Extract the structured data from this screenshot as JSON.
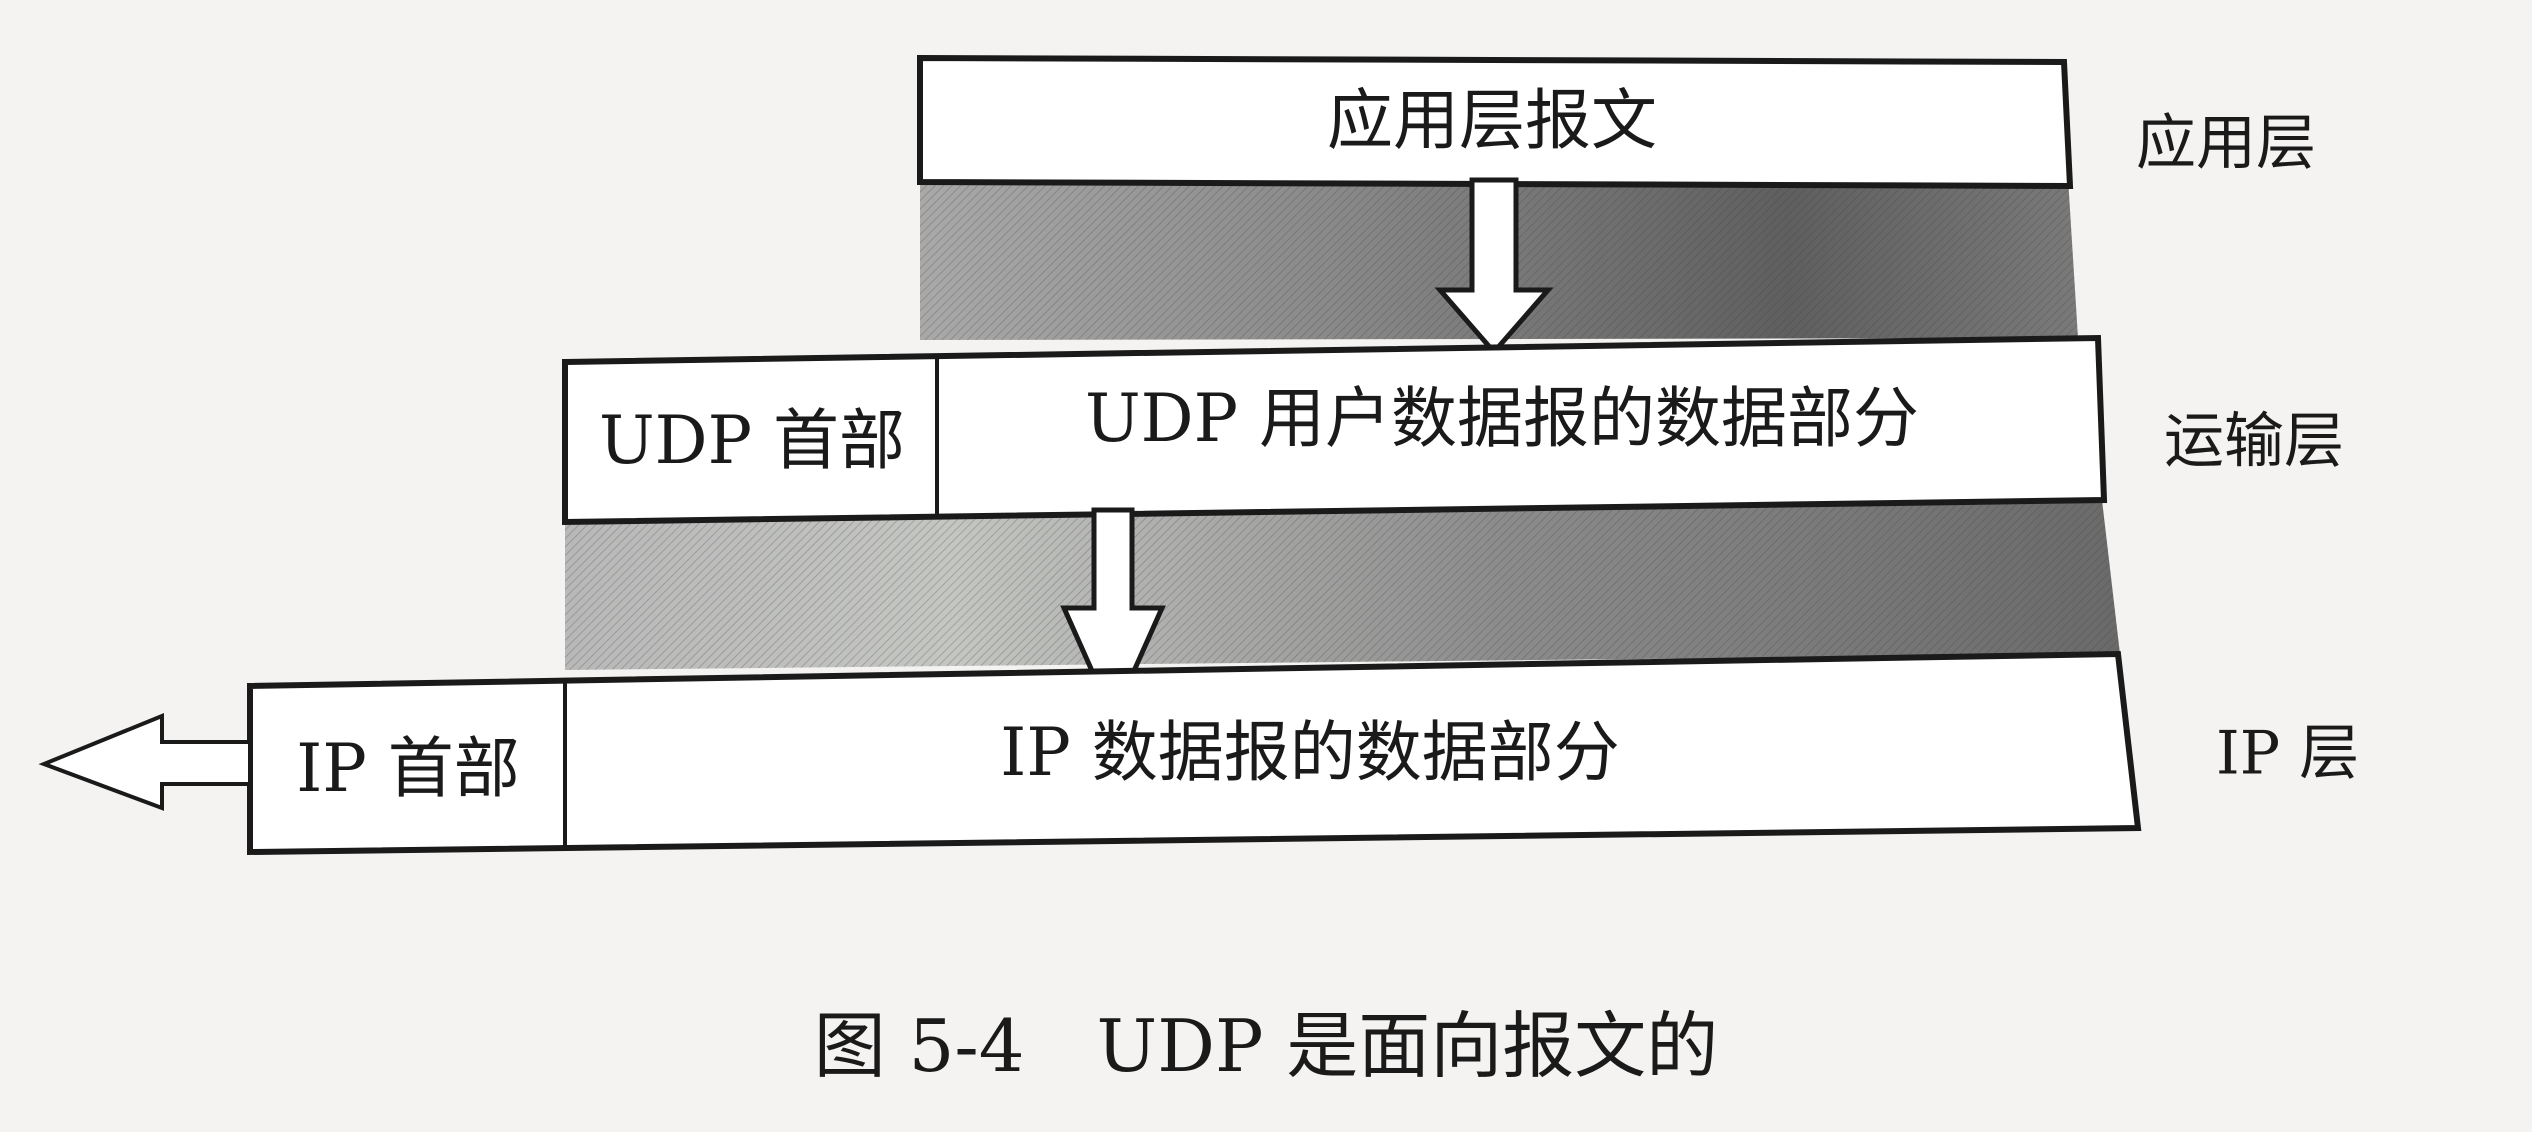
{
  "application_layer": {
    "message_label": "应用层报文",
    "layer_label": "应用层"
  },
  "transport_layer": {
    "header_label": "UDP 首部",
    "data_label": "UDP 用户数据报的数据部分",
    "layer_label": "运输层"
  },
  "ip_layer": {
    "header_label": "IP 首部",
    "data_label": "IP 数据报的数据部分",
    "layer_label": "IP 层"
  },
  "caption": "图 5-4　UDP 是面向报文的",
  "colors": {
    "box_fill": "#ffffff",
    "box_stroke": "#1a1a1a",
    "shade_dark": "#6f6f6f",
    "shade_light": "#c9c9c9"
  }
}
